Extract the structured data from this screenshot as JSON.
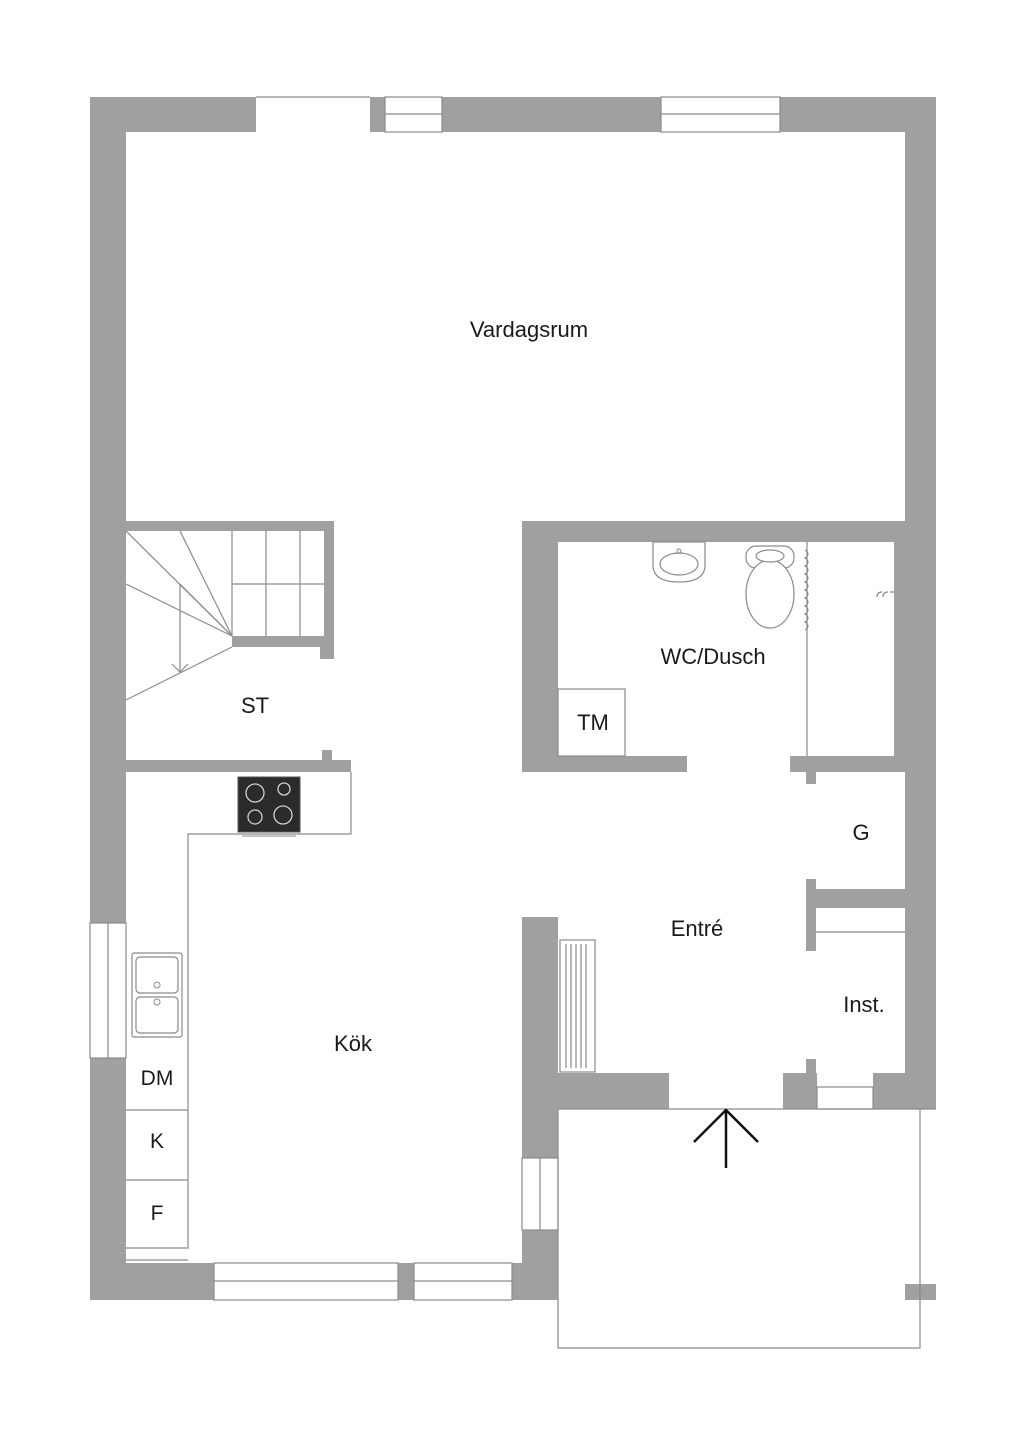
{
  "rooms": {
    "living": "Vardagsrum",
    "stairs": "ST",
    "bathroom": "WC/Dusch",
    "washer": "TM",
    "kitchen": "Kök",
    "entrance": "Entré",
    "closet": "G",
    "installation": "Inst.",
    "dishwasher": "DM",
    "fridge": "K",
    "freezer": "F"
  },
  "colors": {
    "wall": "#a0a0a0",
    "line": "#8a8a8a",
    "text": "#1a1a1a",
    "cooktop": "#2b2b2b"
  }
}
